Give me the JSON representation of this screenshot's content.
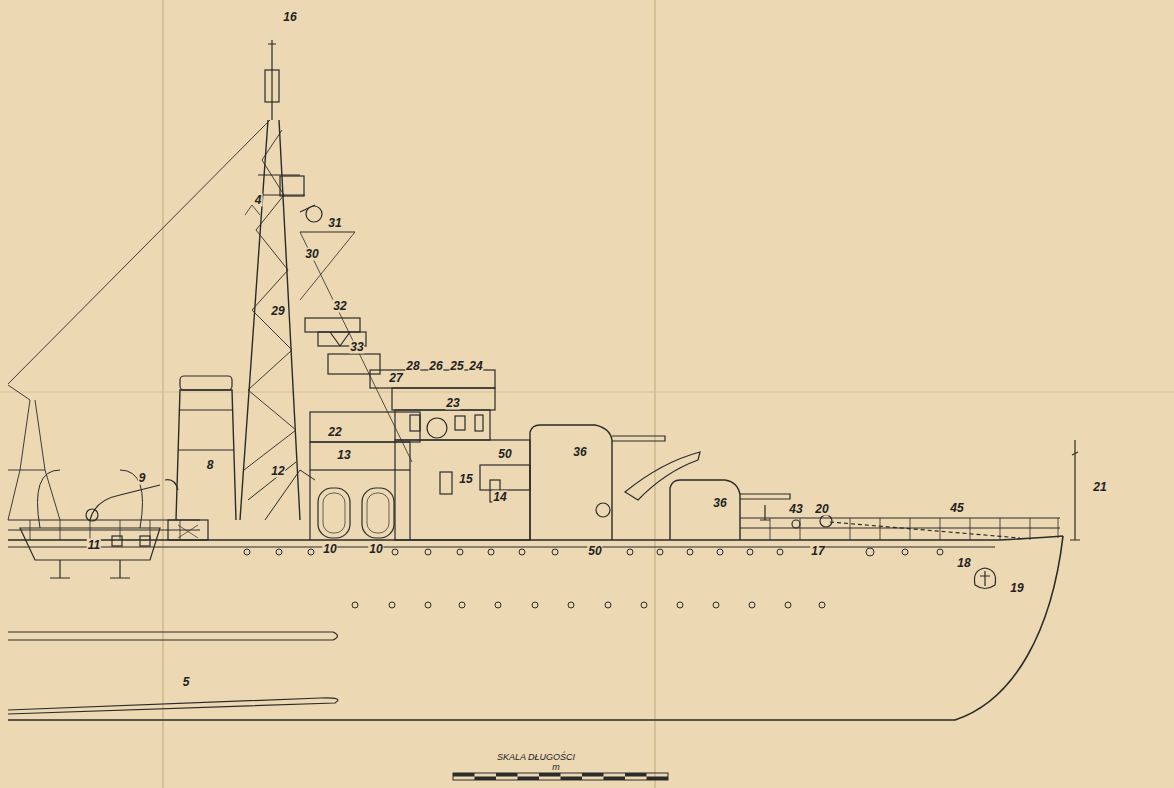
{
  "diagram": {
    "labels": [
      "16",
      "4",
      "31",
      "30",
      "29",
      "32",
      "33",
      "28",
      "26",
      "25",
      "24",
      "27",
      "23",
      "22",
      "13",
      "12",
      "8",
      "9",
      "15",
      "50",
      "14",
      "36",
      "36",
      "43",
      "20",
      "45",
      "21",
      "11",
      "10",
      "10",
      "50",
      "17",
      "18",
      "19",
      "5",
      "SKALA DŁUGOŚCI",
      "m"
    ]
  }
}
